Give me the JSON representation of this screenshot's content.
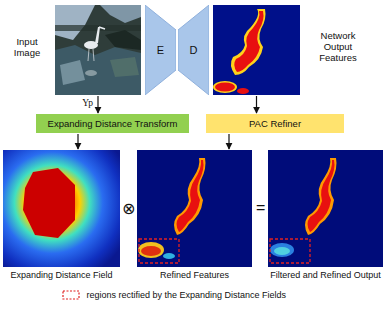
{
  "diagram": {
    "nodes": [
      {
        "text": [
          "Input Image"
        ]
      },
      {
        "text": [
          "E"
        ]
      },
      {
        "text": [
          "D"
        ]
      },
      {
        "text": [
          "Network Output Features"
        ]
      },
      {
        "text": [
          "Expanding Distance Transform"
        ]
      },
      {
        "text": [
          "PAC Refiner"
        ]
      },
      {
        "text": [
          "Expanding Distance Field"
        ]
      },
      {
        "text": [
          "Refined Features"
        ]
      },
      {
        "text": [
          "Filtered and Refined Output"
        ]
      }
    ],
    "edges": [
      {
        "from": 0,
        "to": 4,
        "arrow": "to",
        "label": "Yp"
      },
      {
        "from": 3,
        "to": 5,
        "arrow": "to"
      },
      {
        "from": 4,
        "to": 6,
        "arrow": "to"
      },
      {
        "from": 5,
        "to": 7,
        "arrow": "to"
      }
    ],
    "labels": [
      "⊗",
      "="
    ],
    "legend": [
      {
        "text": "regions rectified by the Expanding Distance Fields"
      }
    ]
  }
}
